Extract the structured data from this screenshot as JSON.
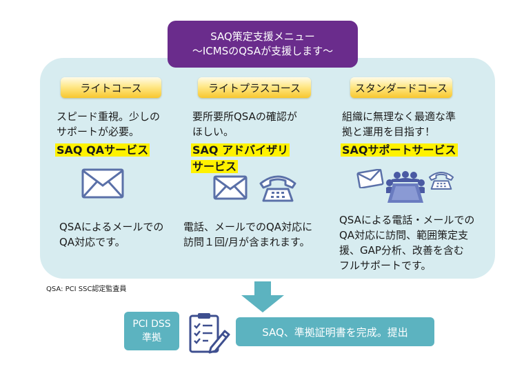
{
  "banner": {
    "line1": "SAQ策定支援メニュー",
    "line2": "～ICMSのQSAが支援します～",
    "color": "#6a2c8c"
  },
  "panel": {
    "color": "#d7ecf0"
  },
  "courses": [
    {
      "title": "ライトコース",
      "desc": [
        "スピード重視。少しの",
        "サポートが必要。"
      ],
      "service": [
        "SAQ QAサービス"
      ],
      "icons": [
        "envelope-icon"
      ],
      "detail": [
        "QSAによるメールでの",
        "QA対応です。"
      ]
    },
    {
      "title": "ライトプラスコース",
      "desc": [
        "要所要所QSAの確認が",
        "ほしい。"
      ],
      "service": [
        "SAQ アドバイザリ",
        "サービス"
      ],
      "icons": [
        "envelope-icon",
        "telephone-icon"
      ],
      "detail": [
        "電話、メールでのQA対応に",
        "訪問１回/月が含まれます。"
      ]
    },
    {
      "title": "スタンダードコース",
      "desc": [
        "組織に無理なく最適な準",
        "拠と運用を目指す！"
      ],
      "service": [
        "SAQサポートサービス"
      ],
      "icons": [
        "envelope-icon",
        "meeting-icon",
        "telephone-icon"
      ],
      "detail": [
        "QSAによる電話・メールでの",
        "QA対応に訪問、範囲策定支",
        "援、GAP分析、改善を含む",
        "フルサポートです。"
      ]
    }
  ],
  "note": "QSA: PCI SSC認定監査員",
  "flow": {
    "left_box": [
      "PCI DSS",
      "準拠"
    ],
    "right_box": "SAQ、準拠証明書を完成。提出",
    "color": "#5cb3c0",
    "icons": [
      "down-arrow-icon",
      "checklist-icon"
    ]
  }
}
